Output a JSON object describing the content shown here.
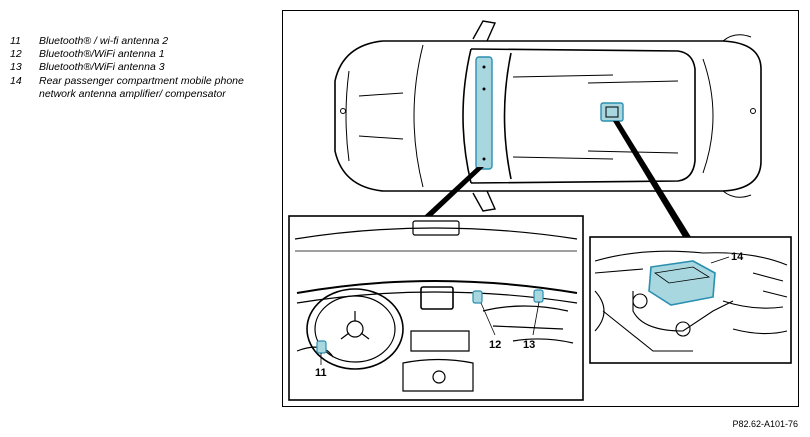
{
  "legend": [
    {
      "num": "11",
      "text": "Bluetooth® / wi-fi antenna 2"
    },
    {
      "num": "12",
      "text": "Bluetooth®/WiFi antenna 1"
    },
    {
      "num": "13",
      "text": "Bluetooth®/WiFi antenna 3"
    },
    {
      "num": "14",
      "text": "Rear passenger compartment mobile phone network antenna amplifier/ compensator"
    }
  ],
  "callouts": {
    "c11": "11",
    "c12": "12",
    "c13": "13",
    "c14": "14"
  },
  "figure_code": "P82.62-A101-76",
  "colors": {
    "highlight": "#a9d7e0",
    "highlight_stroke": "#2a8fb0",
    "line": "#000000"
  }
}
